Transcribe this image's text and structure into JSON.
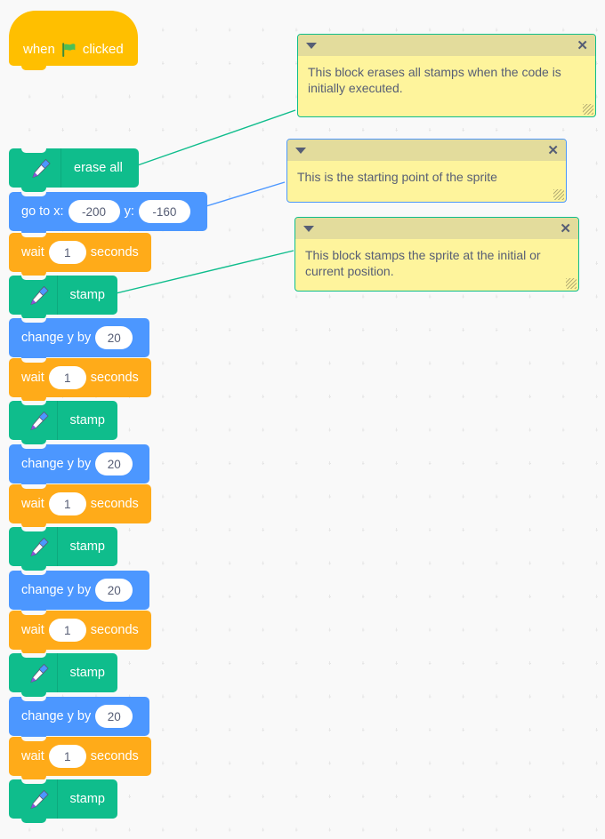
{
  "workspace": {
    "background_color": "#F9F9F9",
    "grid_color": "#E6E6E6"
  },
  "palette": {
    "events_yellow": "#FFBF00",
    "pen_green": "#0FBD8C",
    "motion_blue": "#4C97FF",
    "control_orange": "#FFAB19",
    "comment_body": "#FEF49C",
    "comment_header": "#E3DC9C",
    "text_dark": "#575E75"
  },
  "script": {
    "hat": {
      "word_when": "when",
      "icon": "green-flag-icon",
      "word_clicked": "clicked"
    },
    "blocks": [
      {
        "kind": "pen",
        "icon": "pen-icon",
        "label": "erase all"
      },
      {
        "kind": "motion",
        "label_x": "go to x:",
        "value_x": "-200",
        "label_y": "y:",
        "value_y": "-160"
      },
      {
        "kind": "control",
        "label_pre": "wait",
        "value": "1",
        "label_post": "seconds"
      },
      {
        "kind": "pen",
        "icon": "pen-icon",
        "label": "stamp"
      },
      {
        "kind": "motion2",
        "label": "change y by",
        "value": "20"
      },
      {
        "kind": "control",
        "label_pre": "wait",
        "value": "1",
        "label_post": "seconds"
      },
      {
        "kind": "pen",
        "icon": "pen-icon",
        "label": "stamp"
      },
      {
        "kind": "motion2",
        "label": "change y by",
        "value": "20"
      },
      {
        "kind": "control",
        "label_pre": "wait",
        "value": "1",
        "label_post": "seconds"
      },
      {
        "kind": "pen",
        "icon": "pen-icon",
        "label": "stamp"
      },
      {
        "kind": "motion2",
        "label": "change y by",
        "value": "20"
      },
      {
        "kind": "control",
        "label_pre": "wait",
        "value": "1",
        "label_post": "seconds"
      },
      {
        "kind": "pen",
        "icon": "pen-icon",
        "label": "stamp"
      },
      {
        "kind": "motion2",
        "label": "change y by",
        "value": "20"
      },
      {
        "kind": "control",
        "label_pre": "wait",
        "value": "1",
        "label_post": "seconds"
      },
      {
        "kind": "pen",
        "icon": "pen-icon",
        "label": "stamp"
      }
    ]
  },
  "comments": [
    {
      "text": "This block erases all stamps when the code is initially executed.",
      "close_label": "✕",
      "border": "green"
    },
    {
      "text": "This is the starting point of the sprite",
      "close_label": "✕",
      "border": "blue"
    },
    {
      "text": "This block stamps the sprite at the initial or current position.",
      "close_label": "✕",
      "border": "green"
    }
  ]
}
